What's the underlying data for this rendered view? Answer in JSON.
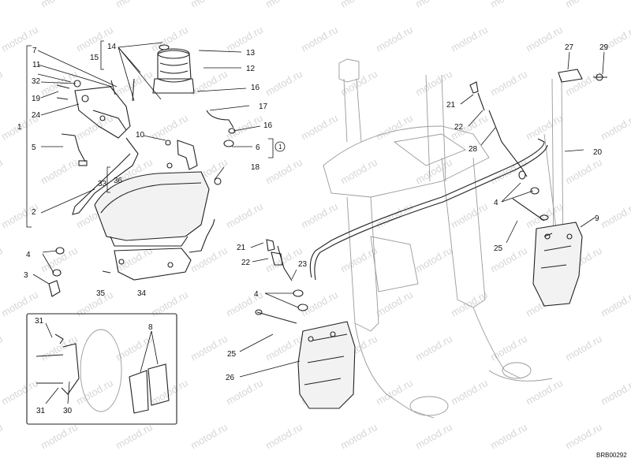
{
  "diagram": {
    "reference_code": "BRB00292",
    "watermark_text": "motod.ru",
    "callouts": [
      "1",
      "2",
      "3",
      "4",
      "5",
      "6",
      "7",
      "8",
      "9",
      "10",
      "11",
      "12",
      "13",
      "14",
      "15",
      "16",
      "17",
      "18",
      "19",
      "20",
      "21",
      "22",
      "23",
      "24",
      "25",
      "26",
      "27",
      "28",
      "29",
      "30",
      "31",
      "32",
      "33",
      "34",
      "35",
      "36"
    ],
    "circled_label": "1"
  }
}
